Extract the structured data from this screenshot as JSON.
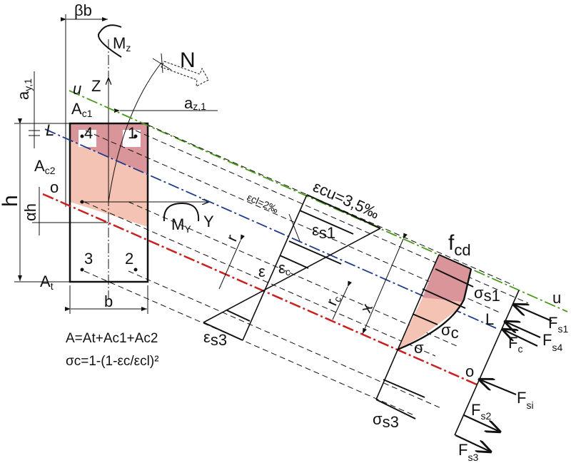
{
  "colors": {
    "green_line": "#4a9a1a",
    "blue_line": "#1f3b8a",
    "red_line": "#cc1f1f",
    "pink_dark": "#d9959a",
    "pink_light": "#f4c3b3"
  },
  "labels": {
    "beta_b": "βb",
    "mz_main": "M",
    "mz_sub": "z",
    "n": "N",
    "z": "Z",
    "ay1_main": "a",
    "ay1_sub": "y,1",
    "az1_main": "a",
    "az1_sub": "z,1",
    "ac1_main": "A",
    "ac1_sub": "c1",
    "ac2_main": "A",
    "ac2_sub": "c2",
    "u": "u",
    "l": "L",
    "o": "o",
    "h": "h",
    "alpha_h": "αh",
    "my_main": "M",
    "my_sub": "Y",
    "y": "Y",
    "at_main": "A",
    "at_sub": "t",
    "b": "b",
    "bar1": "1",
    "bar2": "2",
    "bar3": "3",
    "bar4": "4",
    "ecu": "εcu=3,5‰",
    "ecl": "εcl=2‰",
    "es1_main": "ε",
    "es1_sub": "s1",
    "eps": "ε",
    "ec_main": "ε",
    "ec_sub": "c",
    "es3_main": "ε",
    "es3_sub": "s3",
    "r": "r",
    "rc_main": "r",
    "rc_sub": "c",
    "x": "x",
    "fcd_main": "f",
    "fcd_sub": "cd",
    "ss1_main": "σ",
    "ss1_sub": "s1",
    "sc_main": "σ",
    "sc_sub": "c",
    "sigma": "σ",
    "ss3_main": "σ",
    "ss3_sub": "s3",
    "u2": "u",
    "l2": "L",
    "o2": "o",
    "fs1_main": "F",
    "fs1_sub": "s1",
    "fs4_main": "F",
    "fs4_sub": "s4",
    "fc_main": "F",
    "fc_sub": "c",
    "fsi_main": "F",
    "fsi_sub": "si",
    "fs2_main": "F",
    "fs2_sub": "s2",
    "fs3_main": "F",
    "fs3_sub": "s3"
  },
  "formulas": {
    "area": "A=At+Ac1+Ac2",
    "stress": "σc=1-(1-εc/εcl)²"
  }
}
